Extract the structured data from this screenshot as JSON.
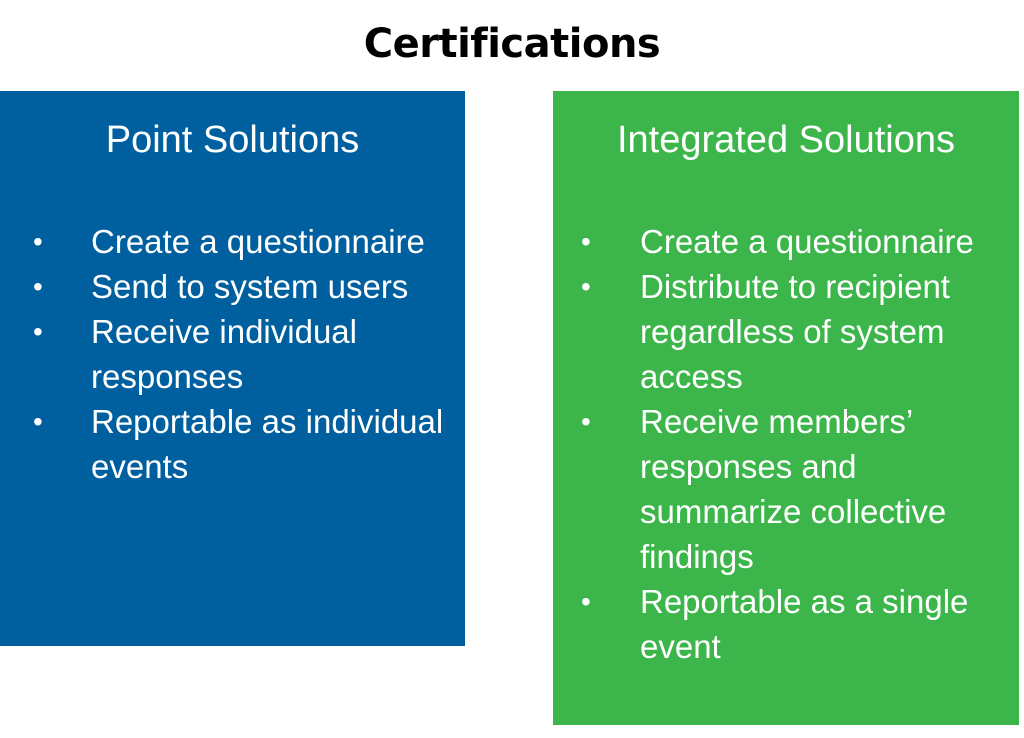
{
  "title": "Certifications",
  "panels": {
    "left": {
      "heading": "Point Solutions",
      "color": "#00609f",
      "items": [
        "Create a questionnaire",
        "Send to system users",
        "Receive individual responses",
        "Reportable as individual events"
      ]
    },
    "right": {
      "heading": "Integrated Solutions",
      "color": "#3cb64a",
      "items": [
        "Create a questionnaire",
        "Distribute to recipient regardless of system access",
        "Receive members’ responses and summarize collective findings",
        "Reportable as a single event"
      ]
    }
  },
  "bullet_glyph": "•"
}
